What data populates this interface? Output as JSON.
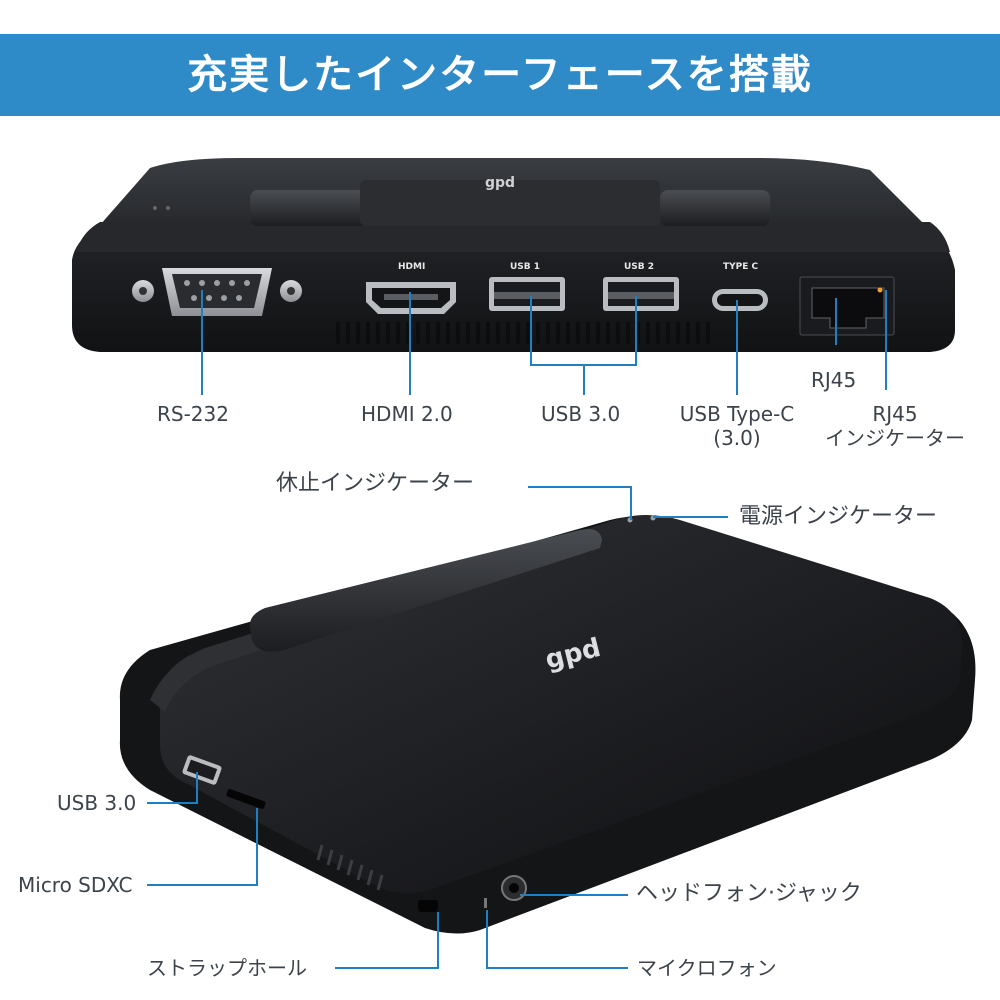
{
  "banner": {
    "title": "充実したインターフェースを搭載",
    "color": "#2f8ac8"
  },
  "accent_line_color": "#1f7fc2",
  "device_brand": "gpd",
  "back_panel": {
    "port_markings": {
      "hdmi": "HDMI",
      "usb1": "USB 1",
      "usb2": "USB 2",
      "typec": "TYPE C"
    },
    "callouts": {
      "rs232": "RS-232",
      "hdmi": "HDMI 2.0",
      "usb": "USB 3.0",
      "typec_line1": "USB Type-C",
      "typec_line2": "(3.0)",
      "rj45": "RJ45",
      "rj45_ind_line1": "RJ45",
      "rj45_ind_line2": "インジケーター"
    }
  },
  "side_panel": {
    "callouts": {
      "sleep_indicator": "休止インジケーター",
      "power_indicator": "電源インジケーター",
      "usb": "USB 3.0",
      "microsd": "Micro SDXC",
      "headphone": "ヘッドフォン·ジャック",
      "strap": "ストラップホール",
      "mic": "マイクロフォン"
    }
  }
}
